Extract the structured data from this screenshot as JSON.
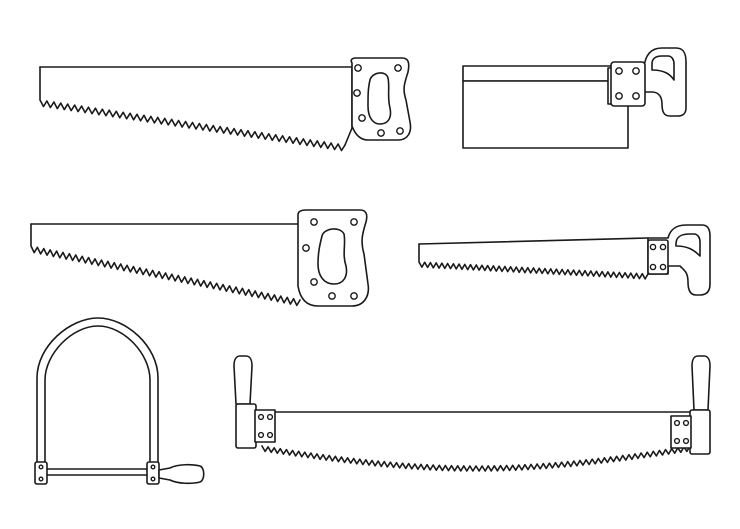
{
  "scene": {
    "description_items": [
      {
        "name": "hand-saw-large",
        "icon": "hand-saw"
      },
      {
        "name": "back-saw",
        "icon": "back-saw"
      },
      {
        "name": "hand-saw-medium",
        "icon": "hand-saw"
      },
      {
        "name": "keyhole-saw",
        "icon": "narrow-saw"
      },
      {
        "name": "coping-saw",
        "icon": "coping-saw"
      },
      {
        "name": "two-man-saw",
        "icon": "crosscut-saw"
      }
    ],
    "colors": {
      "stroke": "#1a1a1a",
      "background": "#ffffff"
    }
  }
}
